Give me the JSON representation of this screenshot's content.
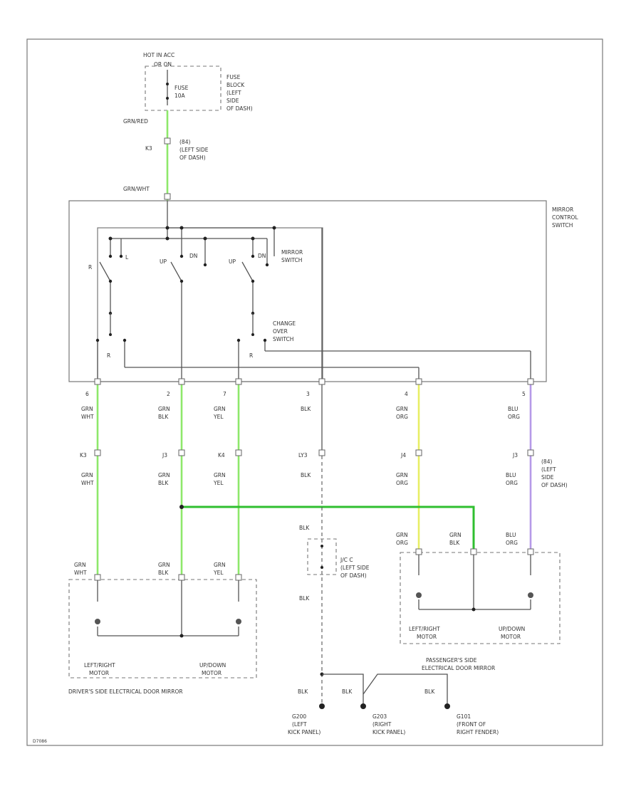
{
  "fuse": {
    "hot_label": "HOT IN ACC",
    "on_label": "OR ON",
    "fuse_label_1": "FUSE",
    "fuse_label_2": "10A",
    "block_label": [
      "FUSE",
      "BLOCK",
      "(LEFT",
      "SIDE",
      "OF DASH)"
    ]
  },
  "top_wire": {
    "color_label": "GRN/RED",
    "connector": "K3",
    "jb_label": [
      "(84)",
      "(LEFT SIDE",
      "OF DASH)"
    ],
    "switch_input_label": "GRN/WHT"
  },
  "switch": {
    "title": [
      "MIRROR",
      "CONTROL",
      "SWITCH"
    ],
    "mirror_switch_label": [
      "MIRROR",
      "SWITCH"
    ],
    "change_over_label": [
      "CHANGE",
      "OVER",
      "SWITCH"
    ],
    "pos_labels": [
      "R",
      "L",
      "UP",
      "DN",
      "UP",
      "DN"
    ],
    "r_labels": [
      "R",
      "R"
    ]
  },
  "pins": [
    {
      "num": "6",
      "c1": "GRN",
      "c2": "WHT",
      "conn": "K3",
      "mc1": "GRN",
      "mc2": "WHT"
    },
    {
      "num": "2",
      "c1": "GRN",
      "c2": "BLK",
      "conn": "J3",
      "mc1": "GRN",
      "mc2": "BLK"
    },
    {
      "num": "7",
      "c1": "GRN",
      "c2": "YEL",
      "conn": "K4",
      "mc1": "GRN",
      "mc2": "YEL"
    },
    {
      "num": "3",
      "c1": "BLK",
      "c2": "",
      "conn": "LY3",
      "mc1": "BLK",
      "mc2": ""
    },
    {
      "num": "4",
      "c1": "GRN",
      "c2": "ORG",
      "conn": "J4",
      "mc1": "GRN",
      "mc2": "ORG"
    },
    {
      "num": "5",
      "c1": "BLU",
      "c2": "ORG",
      "conn": "J3",
      "mc1": "BLU",
      "mc2": "ORG"
    }
  ],
  "right_jb_label": [
    "(84)",
    "(LEFT",
    "SIDE",
    "OF DASH)"
  ],
  "driver_mirror": {
    "wire_labels": [
      [
        "GRN",
        "WHT"
      ],
      [
        "GRN",
        "BLK"
      ],
      [
        "GRN",
        "YEL"
      ]
    ],
    "motor1": [
      "LEFT/RIGHT",
      "MOTOR"
    ],
    "motor2": [
      "UP/DOWN",
      "MOTOR"
    ],
    "title": "DRIVER'S SIDE ELECTRICAL DOOR MIRROR"
  },
  "passenger_mirror": {
    "wire_labels": [
      [
        "GRN",
        "ORG"
      ],
      [
        "GRN",
        "BLK"
      ],
      [
        "BLU",
        "ORG"
      ]
    ],
    "motor1": [
      "LEFT/RIGHT",
      "MOTOR"
    ],
    "motor2": [
      "UP/DOWN",
      "MOTOR"
    ],
    "title": [
      "PASSENGER'S SIDE",
      "ELECTRICAL DOOR MIRROR"
    ]
  },
  "ground_path": {
    "blk_upper": "BLK",
    "jc_label": [
      "J/C C",
      "(LEFT SIDE",
      "OF DASH)"
    ],
    "blk_lower": "BLK"
  },
  "grounds": [
    {
      "wire": "BLK",
      "id": "G200",
      "loc": [
        "(LEFT",
        "KICK PANEL)"
      ]
    },
    {
      "wire": "BLK",
      "id": "G203",
      "loc": [
        "(RIGHT",
        "KICK PANEL)"
      ]
    },
    {
      "wire": "BLK",
      "id": "G101",
      "loc": [
        "(FRONT OF",
        "RIGHT FENDER)"
      ]
    }
  ],
  "footer_code": "D7086"
}
